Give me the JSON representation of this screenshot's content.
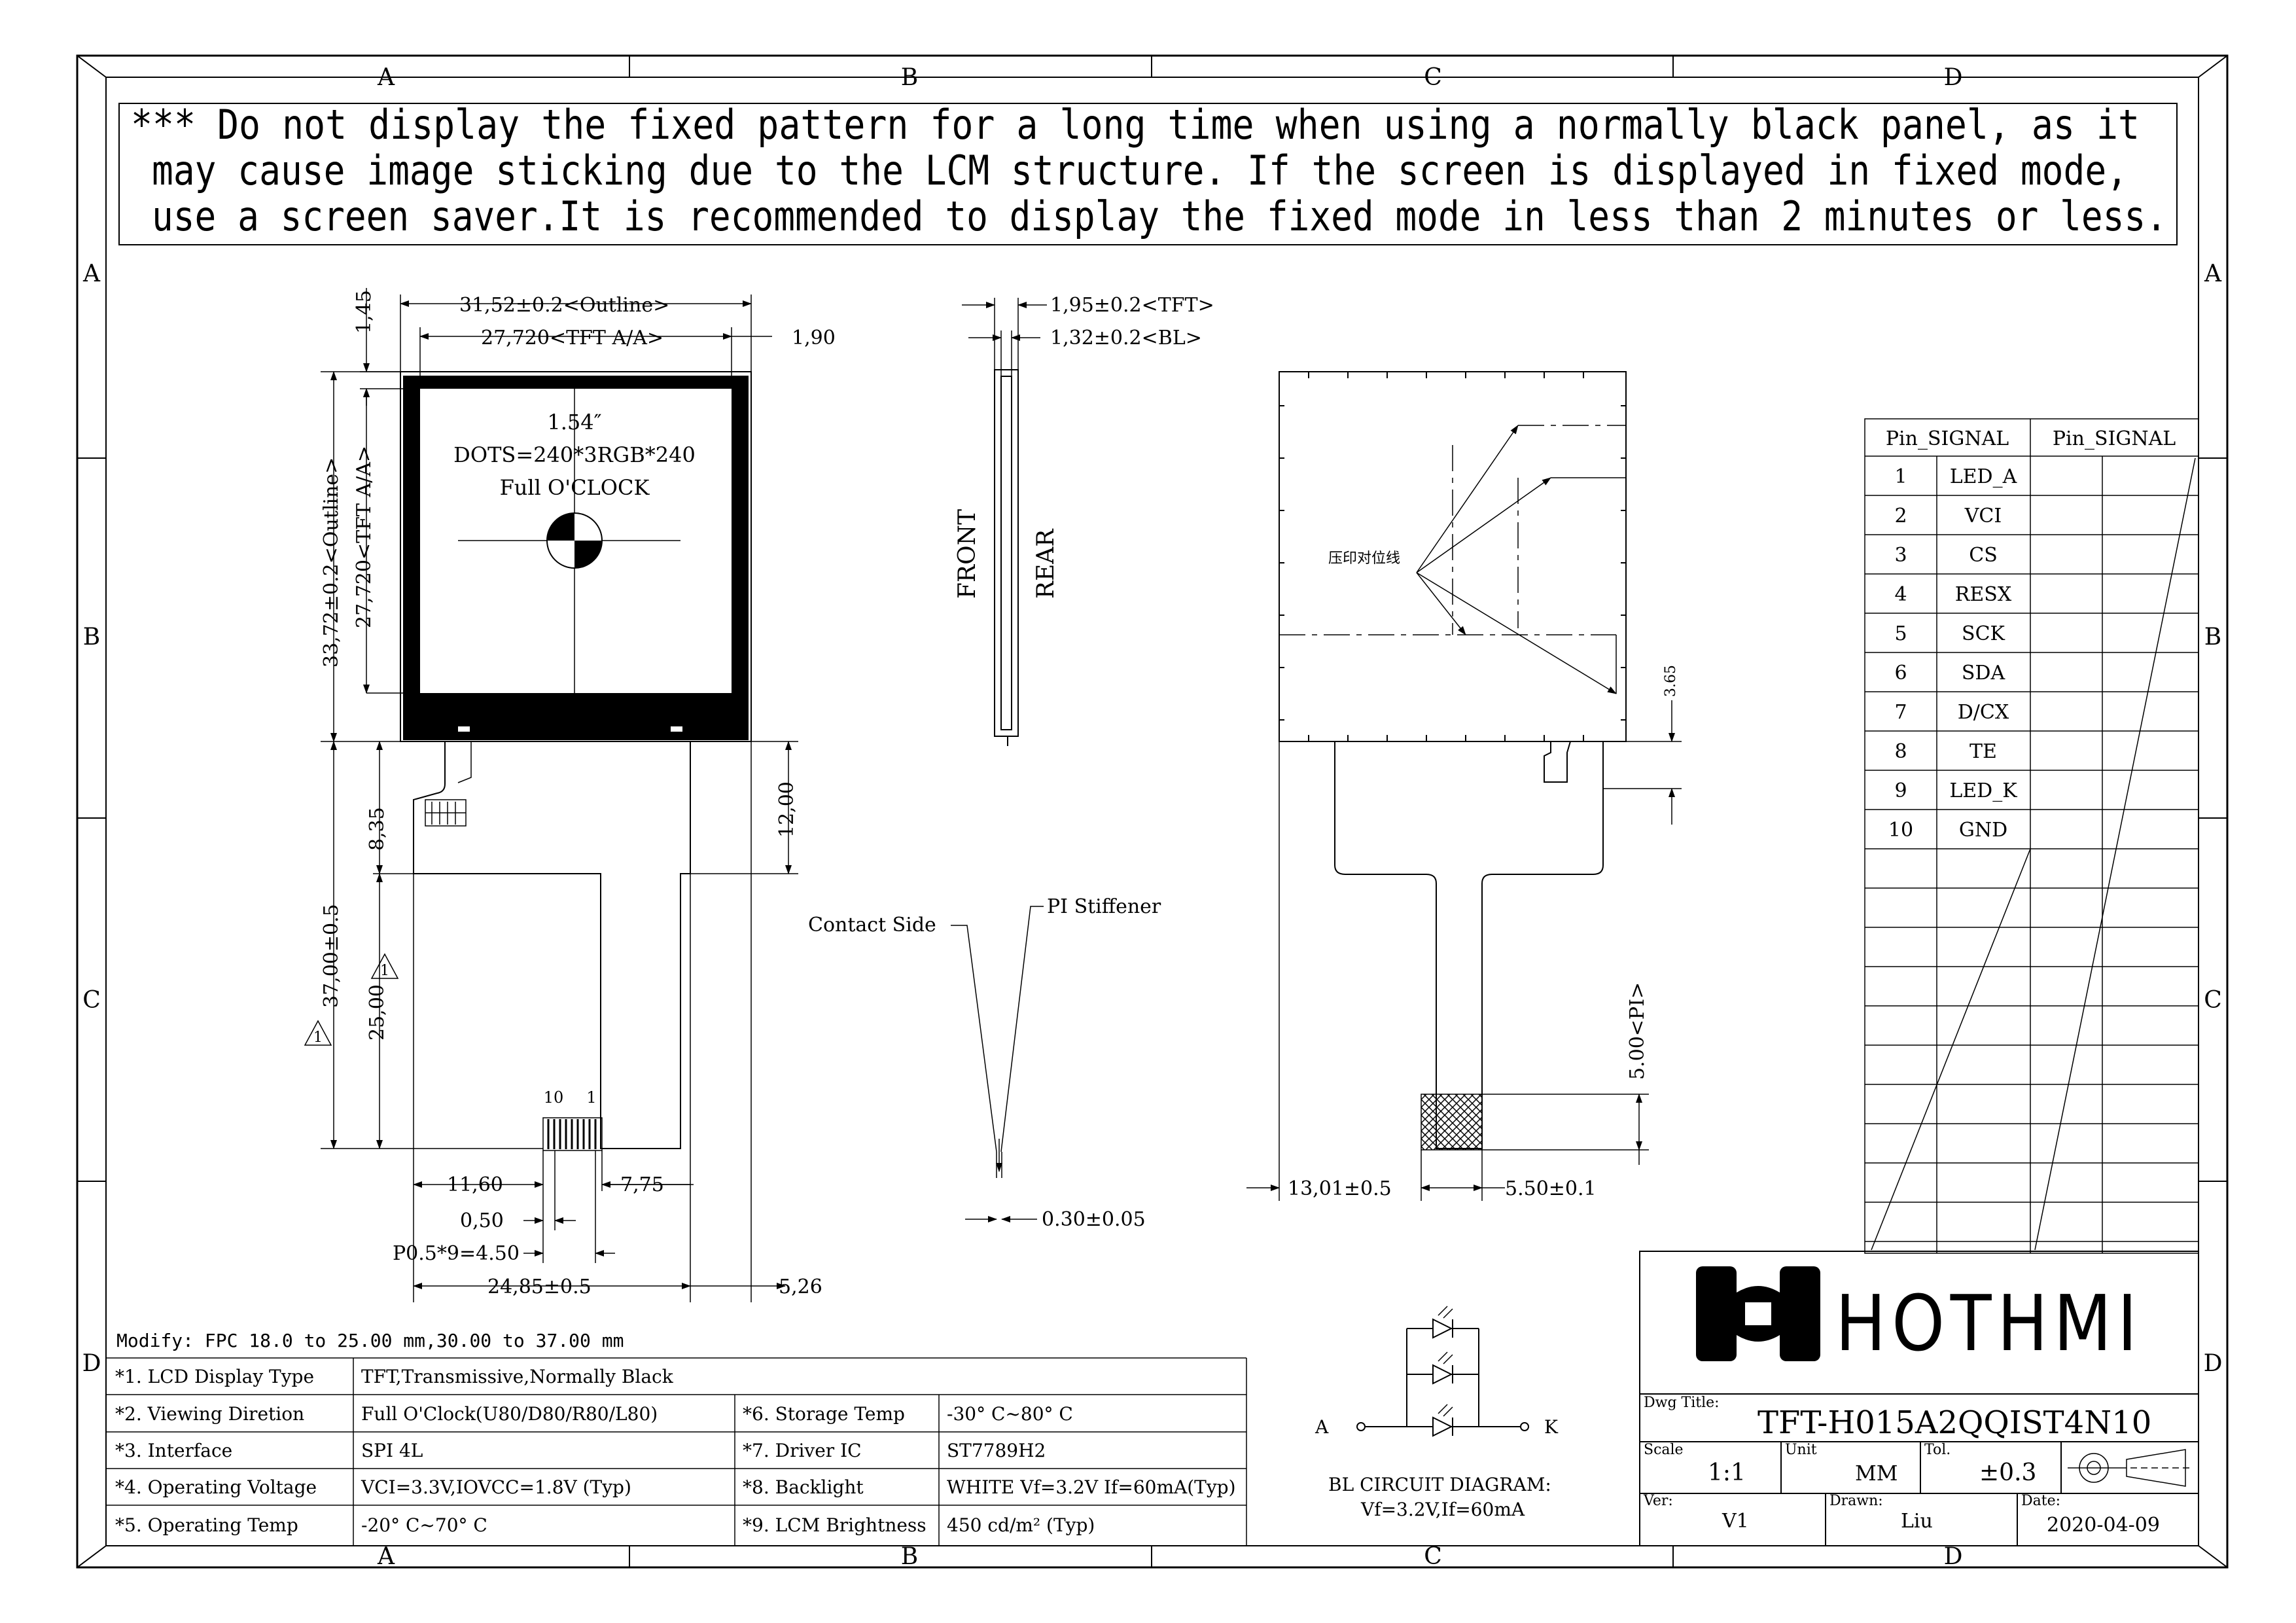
{
  "zones": {
    "cols": [
      "A",
      "B",
      "C",
      "D"
    ],
    "rows": [
      "A",
      "B",
      "C",
      "D"
    ]
  },
  "warning": {
    "line1": "*** Do not display the fixed pattern for a long time when using a normally black panel, as it",
    "line2": "may cause image sticking due to the LCM structure. If the screen is displayed in fixed mode,",
    "line3": "use a screen saver.It is recommended to display the fixed mode in less than 2 minutes or less."
  },
  "front_view": {
    "screen_size": "1.54″",
    "dots": "DOTS=240*3RGB*240",
    "view": "Full O'CLOCK",
    "dims": {
      "outline_w": "31,52±0.2<Outline>",
      "aa_w": "27,720<TFT A/A>",
      "left_gap": "1,45",
      "right_gap": "1,90",
      "outline_h": "33,72±0.2<Outline>",
      "aa_h": "27,720<TFT A/A>",
      "d_8_35": "8,35",
      "d_12_00": "12,00",
      "d_37_00": "37,00±0.5",
      "d_25_00": "25,00",
      "d_11_60": "11,60",
      "d_7_75": "7,75",
      "d_0_50": "0,50",
      "pitch": "P0.5*9=4.50",
      "d_24_85": "24,85±0.5",
      "d_5_26": "5,26",
      "pin10": "10",
      "pin1": "1",
      "rev_mark": "1"
    }
  },
  "side_view": {
    "tft_thk": "1,95±0.2<TFT>",
    "bl_thk": "1,32±0.2<BL>",
    "front": "FRONT",
    "rear": "REAR",
    "contact_side": "Contact Side",
    "pi_stiffener": "PI Stiffener",
    "fpc_thk": "0.30±0.05"
  },
  "rear_view": {
    "align_note": "压印对位线",
    "d_3_65": "3.65",
    "pi_len": "5.00<PI>",
    "d_13_01": "13,01±0.5",
    "d_5_50": "5.50±0.1"
  },
  "pin_table": {
    "headers": [
      "Pin_SIGNAL",
      "Pin_SIGNAL"
    ],
    "rows": [
      {
        "pin": "1",
        "signal": "LED_A"
      },
      {
        "pin": "2",
        "signal": "VCI"
      },
      {
        "pin": "3",
        "signal": "CS"
      },
      {
        "pin": "4",
        "signal": "RESX"
      },
      {
        "pin": "5",
        "signal": "SCK"
      },
      {
        "pin": "6",
        "signal": "SDA"
      },
      {
        "pin": "7",
        "signal": "D/CX"
      },
      {
        "pin": "8",
        "signal": "TE"
      },
      {
        "pin": "9",
        "signal": "LED_K"
      },
      {
        "pin": "10",
        "signal": "GND"
      }
    ]
  },
  "specs": {
    "modify": "Modify: FPC 18.0 to 25.00 mm,30.00 to 37.00 mm",
    "left": [
      {
        "label": "*1. LCD Display Type",
        "value": "TFT,Transmissive,Normally Black"
      },
      {
        "label": "*2. Viewing Diretion",
        "value": "Full O'Clock(U80/D80/R80/L80)"
      },
      {
        "label": "*3. Interface",
        "value": "SPI 4L"
      },
      {
        "label": "*4. Operating Voltage",
        "value": "VCI=3.3V,IOVCC=1.8V (Typ)"
      },
      {
        "label": "*5. Operating Temp",
        "value": "-20° C~70° C"
      }
    ],
    "right": [
      {
        "label": "*6. Storage Temp",
        "value": "-30° C~80° C"
      },
      {
        "label": "*7. Driver IC",
        "value": "ST7789H2"
      },
      {
        "label": "*8. Backlight",
        "value": "WHITE Vf=3.2V If=60mA(Typ)"
      },
      {
        "label": "*9. LCM Brightness",
        "value": "450 cd/m² (Typ)"
      }
    ]
  },
  "bl_circuit": {
    "anode": "A",
    "cathode": "K",
    "caption1": "BL CIRCUIT DIAGRAM:",
    "caption2": "Vf=3.2V,If=60mA"
  },
  "title_block": {
    "brand": "HOTHMI",
    "dwg_label": "Dwg Title:",
    "dwg_title": "TFT-H015A2QQIST4N10",
    "scale_label": "Scale",
    "scale": "1:1",
    "unit_label": "Unit",
    "unit": "MM",
    "tol_label": "Tol.",
    "tol": "±0.3",
    "ver_label": "Ver:",
    "ver": "V1",
    "drawn_label": "Drawn:",
    "drawn": "Liu",
    "date_label": "Date:",
    "date": "2020-04-09"
  }
}
